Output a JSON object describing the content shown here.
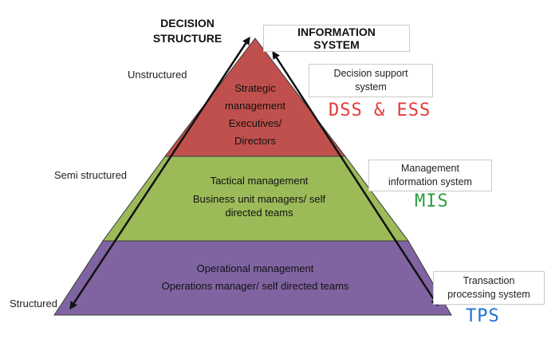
{
  "headings": {
    "decision_structure": "DECISION\nSTRUCTURE",
    "information_system": "INFORMATION\nSYSTEM"
  },
  "left_labels": {
    "unstructured": "Unstructured",
    "semi_structured": "Semi structured",
    "structured": "Structured"
  },
  "tiers": {
    "top": {
      "line1": "Strategic",
      "line2": "management",
      "line3": "Executives/",
      "line4": "Directors",
      "color": "#c0504d"
    },
    "middle": {
      "line1": "Tactical management",
      "line2": "Business unit managers/ self",
      "line3": "directed teams",
      "color": "#9bbb59"
    },
    "bottom": {
      "line1": "Operational management",
      "line2": "Operations manager/ self directed teams",
      "color": "#8064a2"
    }
  },
  "systems": {
    "dss": {
      "line1": "Decision support",
      "line2": "system",
      "annotation": "DSS & ESS",
      "annotation_color": "#e53935"
    },
    "mis": {
      "line1": "Management",
      "line2": "information system",
      "annotation": "MIS",
      "annotation_color": "#2e9e3e"
    },
    "tps": {
      "line1": "Transaction",
      "line2": "processing system",
      "annotation": "TPS",
      "annotation_color": "#1e6fd9"
    }
  }
}
